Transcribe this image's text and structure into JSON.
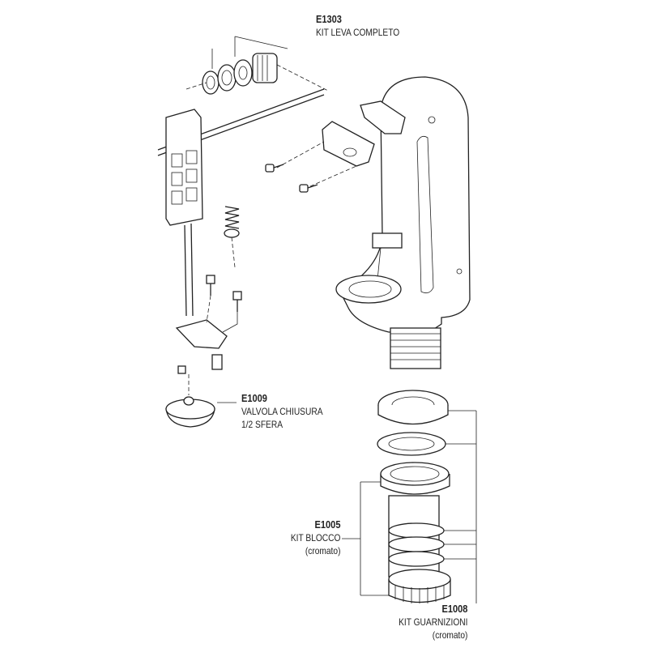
{
  "parts": [
    {
      "code": "E1303",
      "lines": [
        "KIT LEVA COMPLETO"
      ]
    },
    {
      "code": "E1009",
      "lines": [
        "VALVOLA CHIUSURA",
        "1/2 SFERA"
      ]
    },
    {
      "code": "E1005",
      "lines": [
        "KIT BLOCCO",
        "(cromato)"
      ]
    },
    {
      "code": "E1008",
      "lines": [
        "KIT GUARNIZIONI",
        "(cromato)"
      ]
    }
  ]
}
